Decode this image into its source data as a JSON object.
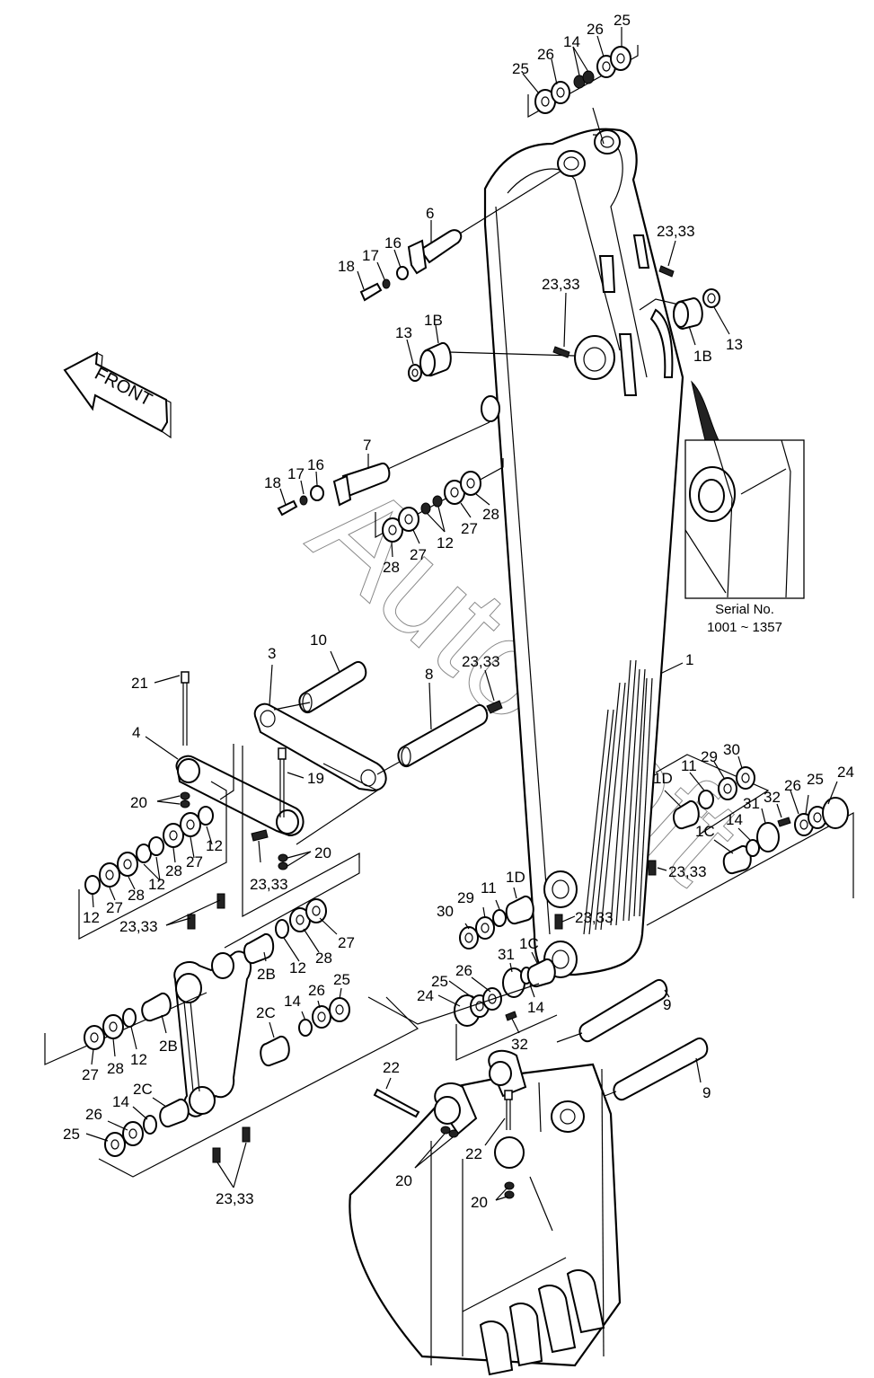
{
  "diagram": {
    "title": "Excavator arm (stick) and bucket linkage - exploded parts diagram",
    "watermark": "AutoSoft",
    "direction_arrow": {
      "label": "FRONT",
      "icon": "front-arrow-icon"
    },
    "inset": {
      "serial_label": "Serial No.",
      "serial_range": "1001 ~ 1357"
    },
    "callouts": [
      {
        "id": "c-25a",
        "text": "25"
      },
      {
        "id": "c-26a",
        "text": "26"
      },
      {
        "id": "c-14a",
        "text": "14"
      },
      {
        "id": "c-26b",
        "text": "26"
      },
      {
        "id": "c-25b",
        "text": "25"
      },
      {
        "id": "c-6",
        "text": "6"
      },
      {
        "id": "c-16a",
        "text": "16"
      },
      {
        "id": "c-17a",
        "text": "17"
      },
      {
        "id": "c-18a",
        "text": "18"
      },
      {
        "id": "c-2333a",
        "text": "23,33"
      },
      {
        "id": "c-2333b",
        "text": "23,33"
      },
      {
        "id": "c-13a",
        "text": "13"
      },
      {
        "id": "c-1Ba",
        "text": "1B"
      },
      {
        "id": "c-1Bb",
        "text": "1B"
      },
      {
        "id": "c-13b",
        "text": "13"
      },
      {
        "id": "c-7",
        "text": "7"
      },
      {
        "id": "c-18b",
        "text": "18"
      },
      {
        "id": "c-17b",
        "text": "17"
      },
      {
        "id": "c-16b",
        "text": "16"
      },
      {
        "id": "c-28a",
        "text": "28"
      },
      {
        "id": "c-27a",
        "text": "27"
      },
      {
        "id": "c-12a",
        "text": "12"
      },
      {
        "id": "c-27b",
        "text": "27"
      },
      {
        "id": "c-28b",
        "text": "28"
      },
      {
        "id": "c-10",
        "text": "10"
      },
      {
        "id": "c-3",
        "text": "3"
      },
      {
        "id": "c-8",
        "text": "8"
      },
      {
        "id": "c-2333c",
        "text": "23,33"
      },
      {
        "id": "c-1",
        "text": "1"
      },
      {
        "id": "c-21",
        "text": "21"
      },
      {
        "id": "c-4",
        "text": "4"
      },
      {
        "id": "c-19",
        "text": "19"
      },
      {
        "id": "c-20a",
        "text": "20"
      },
      {
        "id": "c-20b",
        "text": "20"
      },
      {
        "id": "c-12b",
        "text": "12"
      },
      {
        "id": "c-27c",
        "text": "27"
      },
      {
        "id": "c-28c",
        "text": "28"
      },
      {
        "id": "c-12c",
        "text": "12"
      },
      {
        "id": "c-28d",
        "text": "28"
      },
      {
        "id": "c-27d",
        "text": "27"
      },
      {
        "id": "c-12d",
        "text": "12"
      },
      {
        "id": "c-2333d",
        "text": "23,33"
      },
      {
        "id": "c-2333e",
        "text": "23,33"
      },
      {
        "id": "c-1Da",
        "text": "1D"
      },
      {
        "id": "c-11a",
        "text": "11"
      },
      {
        "id": "c-29a",
        "text": "29"
      },
      {
        "id": "c-30a",
        "text": "30"
      },
      {
        "id": "c-26c",
        "text": "26"
      },
      {
        "id": "c-25c",
        "text": "25"
      },
      {
        "id": "c-24a",
        "text": "24"
      },
      {
        "id": "c-31a",
        "text": "31"
      },
      {
        "id": "c-32a",
        "text": "32"
      },
      {
        "id": "c-14b",
        "text": "14"
      },
      {
        "id": "c-1Ca",
        "text": "1C"
      },
      {
        "id": "c-2333f",
        "text": "23,33"
      },
      {
        "id": "c-30b",
        "text": "30"
      },
      {
        "id": "c-29b",
        "text": "29"
      },
      {
        "id": "c-11b",
        "text": "11"
      },
      {
        "id": "c-1Db",
        "text": "1D"
      },
      {
        "id": "c-2333g",
        "text": "23,33"
      },
      {
        "id": "c-31b",
        "text": "31"
      },
      {
        "id": "c-1Cb",
        "text": "1C"
      },
      {
        "id": "c-25d",
        "text": "25"
      },
      {
        "id": "c-26d",
        "text": "26"
      },
      {
        "id": "c-24b",
        "text": "24"
      },
      {
        "id": "c-14c",
        "text": "14"
      },
      {
        "id": "c-32b",
        "text": "32"
      },
      {
        "id": "c-2Ba",
        "text": "2B"
      },
      {
        "id": "c-12e",
        "text": "12"
      },
      {
        "id": "c-28e",
        "text": "28"
      },
      {
        "id": "c-27e",
        "text": "27"
      },
      {
        "id": "c-2Ca",
        "text": "2C"
      },
      {
        "id": "c-14d",
        "text": "14"
      },
      {
        "id": "c-26e",
        "text": "26"
      },
      {
        "id": "c-25e",
        "text": "25"
      },
      {
        "id": "c-27f",
        "text": "27"
      },
      {
        "id": "c-28f",
        "text": "28"
      },
      {
        "id": "c-12f",
        "text": "12"
      },
      {
        "id": "c-2Bb",
        "text": "2B"
      },
      {
        "id": "c-2Cb",
        "text": "2C"
      },
      {
        "id": "c-14e",
        "text": "14"
      },
      {
        "id": "c-26f",
        "text": "26"
      },
      {
        "id": "c-25f",
        "text": "25"
      },
      {
        "id": "c-2333h",
        "text": "23,33"
      },
      {
        "id": "c-9a",
        "text": "9"
      },
      {
        "id": "c-9b",
        "text": "9"
      },
      {
        "id": "c-22a",
        "text": "22"
      },
      {
        "id": "c-22b",
        "text": "22"
      },
      {
        "id": "c-20c",
        "text": "20"
      },
      {
        "id": "c-20d",
        "text": "20"
      }
    ]
  }
}
